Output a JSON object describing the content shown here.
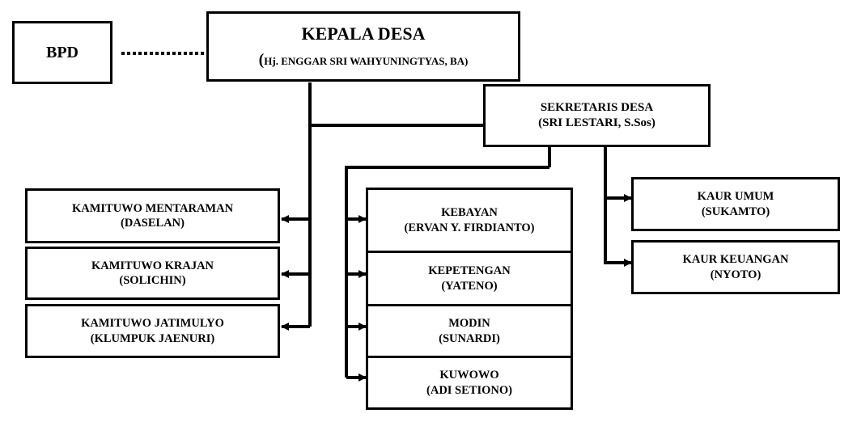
{
  "org": {
    "bpd": "BPD",
    "kepala": {
      "title": "KEPALA DESA",
      "name_prefix": "(",
      "name": "Hj. ENGGAR SRI WAHYUNINGTYAS,  BA)"
    },
    "sekretaris": {
      "title": "SEKRETARIS  DESA",
      "name": "(SRI LESTARI, S.Sos)"
    },
    "kamituwo": [
      {
        "title": "KAMITUWO  MENTARAMAN",
        "name": "(DASELAN)"
      },
      {
        "title": "KAMITUWO  KRAJAN",
        "name": "(SOLICHIN)"
      },
      {
        "title": "KAMITUWO  JATIMULYO",
        "name": "(KLUMPUK  JAENURI)"
      }
    ],
    "staff": [
      {
        "title": "KEBAYAN",
        "name": "(ERVAN  Y.  FIRDIANTO)"
      },
      {
        "title": "KEPETENGAN",
        "name": "(YATENO)"
      },
      {
        "title": "MODIN",
        "name": "(SUNARDI)"
      },
      {
        "title": "KUWOWO",
        "name": "(ADI SETIONO)"
      }
    ],
    "kaur": [
      {
        "title": "KAUR  UMUM",
        "name": "(SUKAMTO)"
      },
      {
        "title": "KAUR  KEUANGAN",
        "name": "(NYOTO)"
      }
    ]
  },
  "colors": {
    "line": "#000000",
    "box_border": "#000000",
    "background": "#ffffff"
  }
}
